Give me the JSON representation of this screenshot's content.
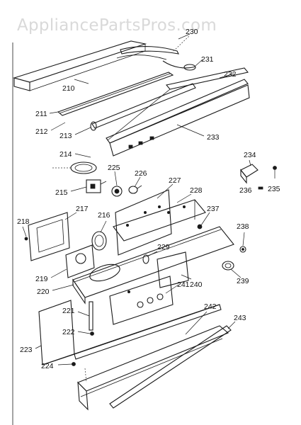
{
  "watermark": "AppliancePartsPros.com",
  "part_labels": {
    "p210": "210",
    "p211": "211",
    "p212": "212",
    "p213": "213",
    "p214": "214",
    "p215": "215",
    "p216": "216",
    "p217": "217",
    "p218": "218",
    "p219": "219",
    "p220": "220",
    "p221": "221",
    "p222": "222",
    "p223": "223",
    "p224": "224",
    "p225": "225",
    "p226": "226",
    "p227": "227",
    "p228": "228",
    "p229": "229",
    "p230": "230",
    "p231": "231",
    "p232": "232",
    "p233": "233",
    "p234": "234",
    "p235": "235",
    "p236": "236",
    "p237": "237",
    "p238": "238",
    "p239": "239",
    "p240": "240",
    "p241": "241",
    "p242": "242",
    "p243": "243"
  }
}
